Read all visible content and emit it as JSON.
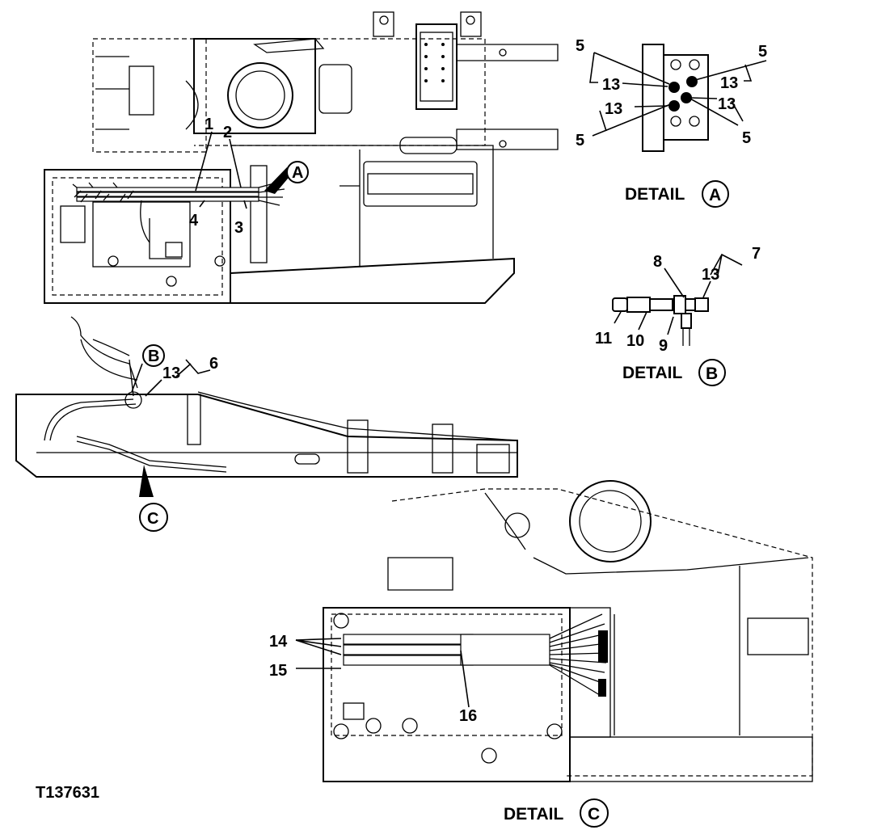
{
  "figure_id": "T137631",
  "details": {
    "a": {
      "prefix": "DETAIL",
      "letter": "A"
    },
    "b": {
      "prefix": "DETAIL",
      "letter": "B"
    },
    "c": {
      "prefix": "DETAIL",
      "letter": "C"
    }
  },
  "refs": {
    "a": "A",
    "b": "B",
    "c": "C"
  },
  "callouts": {
    "c1": "1",
    "c2": "2",
    "c3": "3",
    "c4": "4",
    "c5": "5",
    "c6": "6",
    "c7": "7",
    "c8": "8",
    "c9": "9",
    "c10": "10",
    "c11": "11",
    "c13": "13",
    "c14": "14",
    "c15": "15",
    "c16": "16"
  }
}
